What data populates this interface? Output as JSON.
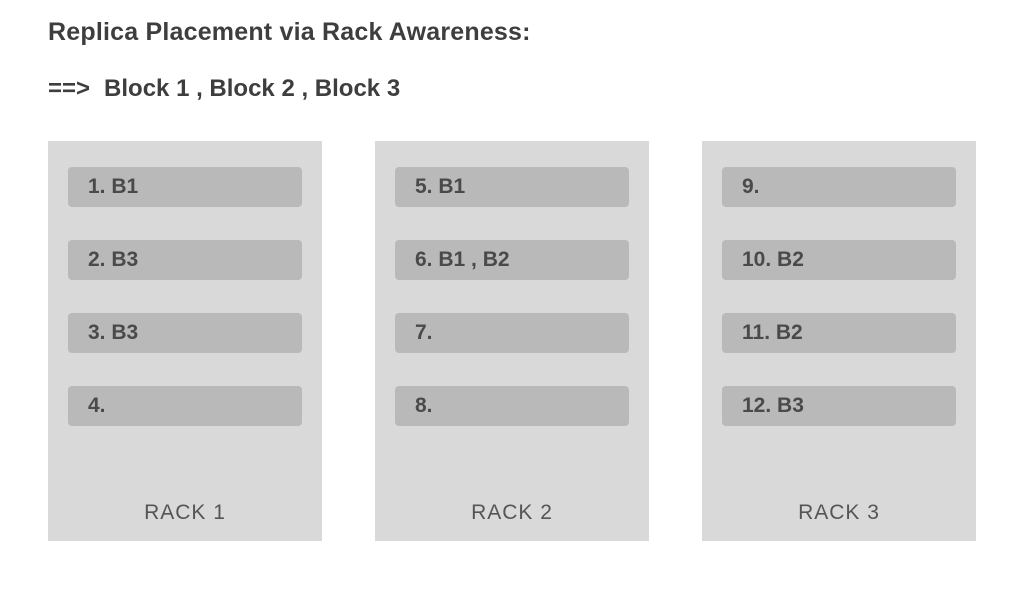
{
  "header": {
    "title": "Replica Placement via Rack Awareness:",
    "arrow": "==>",
    "blocks_line": "Block 1 , Block 2 , Block 3"
  },
  "racks": [
    {
      "label": "RACK 1",
      "slots": [
        "1. B1",
        "2. B3",
        "3. B3",
        "4."
      ]
    },
    {
      "label": "RACK 2",
      "slots": [
        "5. B1",
        "6. B1 , B2",
        "7.",
        "8."
      ]
    },
    {
      "label": "RACK 3",
      "slots": [
        "9.",
        "10. B2",
        "11. B2",
        "12. B3"
      ]
    }
  ],
  "colors": {
    "rack_background": "#d9d9d9",
    "slot_background": "#b9b9b9",
    "text": "#3e3e3e"
  }
}
